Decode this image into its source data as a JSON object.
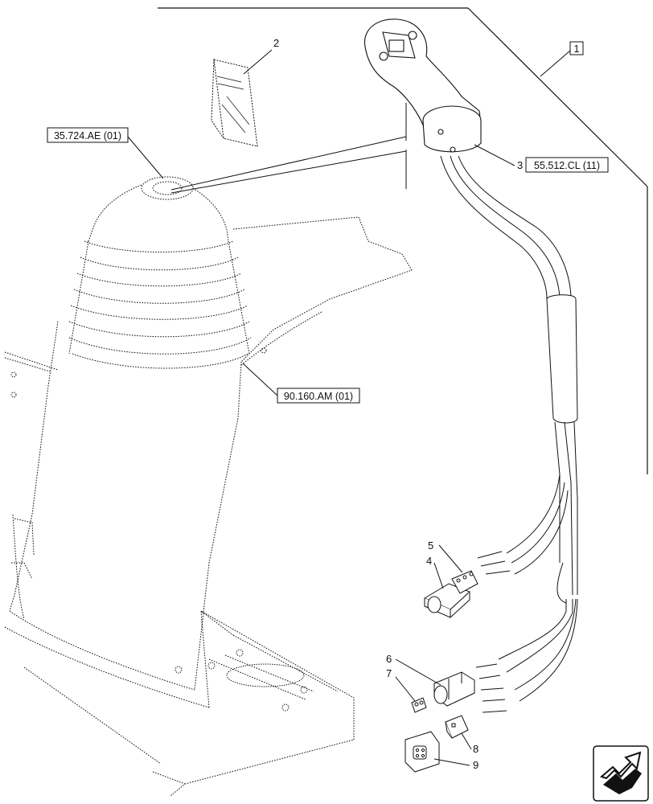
{
  "references": {
    "ref_1": "1",
    "ref_35724": "35.724.AE (01)",
    "ref_90160": "90.160.AM (01)",
    "ref_55512": "55.512.CL (11)"
  },
  "callouts": {
    "c2": "2",
    "c3": "3",
    "c4": "4",
    "c5": "5",
    "c6": "6",
    "c7": "7",
    "c8": "8",
    "c9": "9"
  },
  "colors": {
    "line": "#111111",
    "background": "#ffffff"
  }
}
